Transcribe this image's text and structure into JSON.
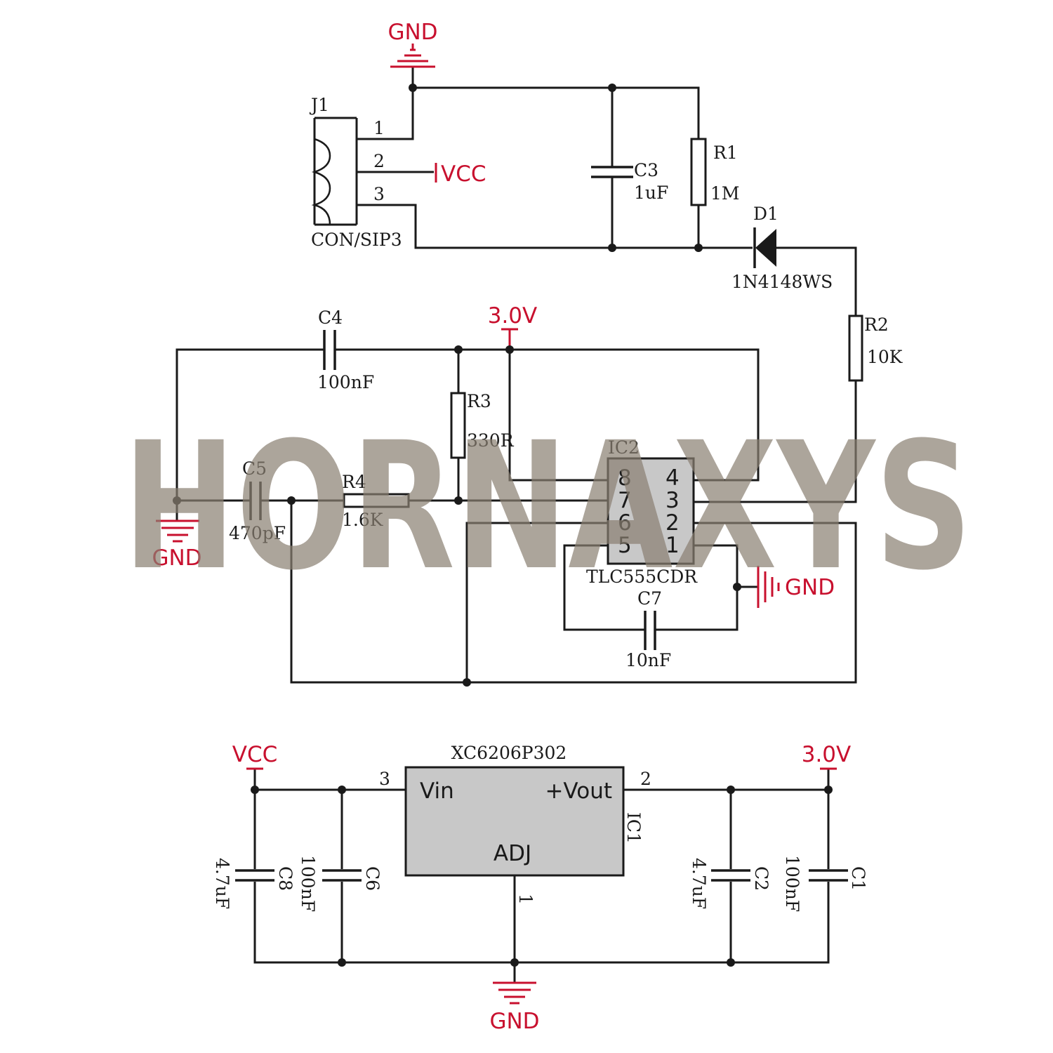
{
  "watermark": "HORNAXYS",
  "colors": {
    "power_label": "#c8102e",
    "wire": "#1a1a1a",
    "chip_fill": "#c8c8c8",
    "watermark": "#8a7f72"
  },
  "power_labels": {
    "gnd": "GND",
    "vcc": "VCC",
    "v3": "3.0V"
  },
  "connector": {
    "ref": "J1",
    "part": "CON/SIP3",
    "pins": [
      "1",
      "2",
      "3"
    ]
  },
  "components": {
    "c3": {
      "ref": "C3",
      "value": "1uF"
    },
    "r1": {
      "ref": "R1",
      "value": "1M"
    },
    "d1": {
      "ref": "D1",
      "value": "1N4148WS"
    },
    "r2": {
      "ref": "R2",
      "value": "10K"
    },
    "c4": {
      "ref": "C4",
      "value": "100nF"
    },
    "r3": {
      "ref": "R3",
      "value": "330R"
    },
    "c5": {
      "ref": "C5",
      "value": "470pF"
    },
    "r4": {
      "ref": "R4",
      "value": "1.6K"
    },
    "c7": {
      "ref": "C7",
      "value": "10nF"
    },
    "c8": {
      "ref": "C8",
      "value": "4.7uF"
    },
    "c6": {
      "ref": "C6",
      "value": "100nF"
    },
    "c2": {
      "ref": "C2",
      "value": "4.7uF"
    },
    "c1": {
      "ref": "C1",
      "value": "100nF"
    }
  },
  "ic2": {
    "ref": "IC2",
    "part": "TLC555CDR",
    "pins_left": [
      "8",
      "7",
      "6",
      "5"
    ],
    "pins_right": [
      "4",
      "3",
      "2",
      "1"
    ]
  },
  "ic1": {
    "ref": "IC1",
    "part": "XC6206P302",
    "vin": "Vin",
    "vout": "+Vout",
    "adj": "ADJ",
    "pin_vin": "3",
    "pin_vout": "2",
    "pin_adj": "1"
  }
}
